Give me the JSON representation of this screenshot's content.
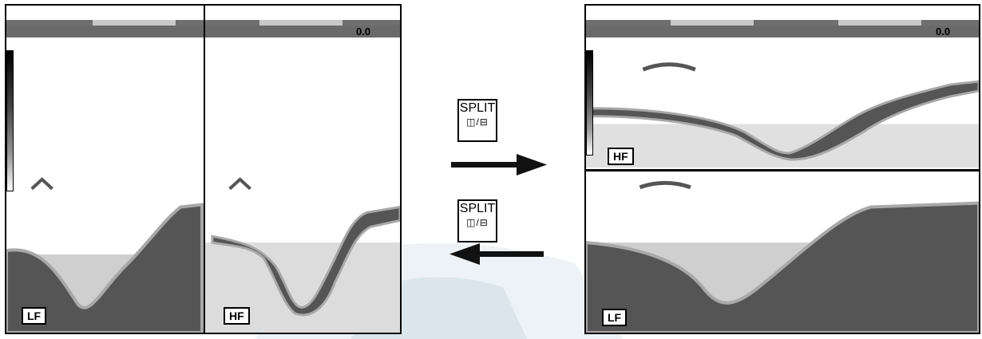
{
  "left_display": {
    "range_value": "0.0",
    "left_label": "LF",
    "right_label": "HF"
  },
  "right_display": {
    "range_value": "0.0",
    "top_label": "HF",
    "bottom_label": "LF"
  },
  "key_forward": {
    "name": "SPLIT",
    "glyphs": "◫/⊟",
    "direction": "right"
  },
  "key_backward": {
    "name": "SPLIT",
    "glyphs": "◫/⊟",
    "direction": "left"
  },
  "colors": {
    "seabed": "#555555",
    "seabed_edge": "#a8a8a8",
    "noise": "#bdbdbd",
    "watermark": "#c9d8e0"
  }
}
